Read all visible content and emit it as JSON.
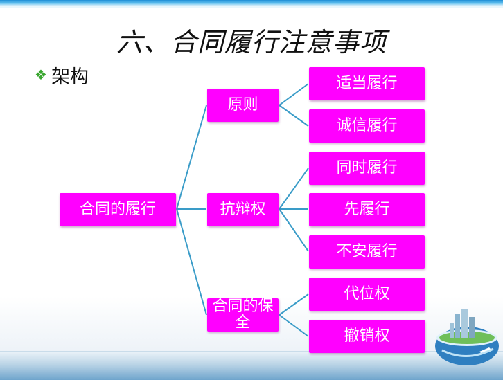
{
  "slide": {
    "title": "六、合同履行注意事项",
    "bullet": "架构"
  },
  "diagram": {
    "root": "合同的履行",
    "branches": [
      {
        "label": "原则",
        "children": [
          "适当履行",
          "诚信履行"
        ]
      },
      {
        "label": "抗辩权",
        "children": [
          "同时履行",
          "先履行",
          "不安履行"
        ]
      },
      {
        "label": "合同的保全",
        "children": [
          "代位权",
          "撤销权"
        ]
      }
    ]
  },
  "colors": {
    "node_fill": "#ff00ff",
    "node_text": "#ffffff",
    "connector": "#3a9cc8",
    "bullet_icon": "#39a62f"
  },
  "icons": {
    "bullet": "diamond-bullet-icon",
    "logo": "globe-city-icon"
  }
}
